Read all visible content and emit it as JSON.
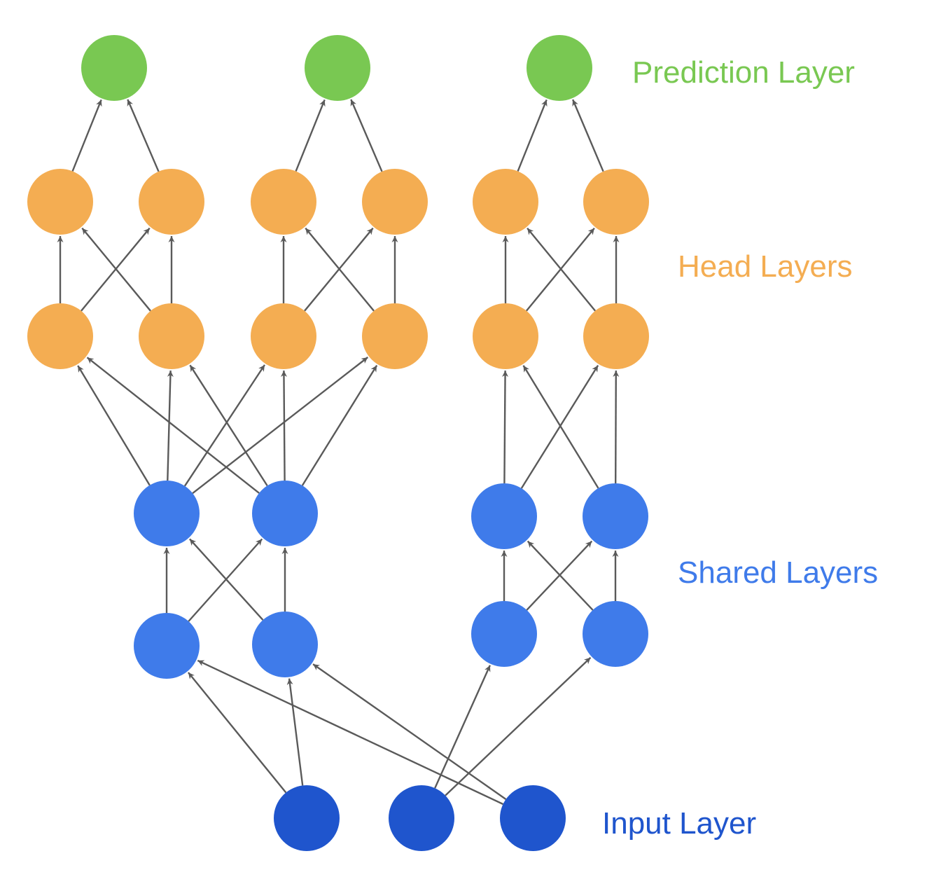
{
  "labels": {
    "prediction": "Prediction Layer",
    "head": "Head Layers",
    "shared": "Shared Layers",
    "input": "Input Layer"
  },
  "colors": {
    "prediction": "#79c852",
    "head": "#f4ad52",
    "shared": "#3f7bea",
    "input": "#1f55cd",
    "edge": "#5a5a5a"
  }
}
